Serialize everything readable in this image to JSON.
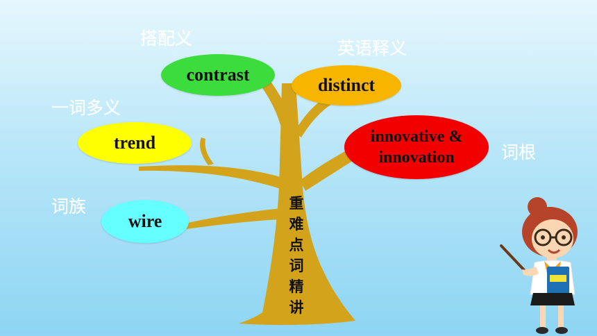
{
  "labels": {
    "collocation": "搭配义",
    "english_definition": "英语释义",
    "polysemy": "一词多义",
    "root": "词根",
    "word_family": "词族"
  },
  "words": {
    "contrast": "contrast",
    "distinct": "distinct",
    "trend": "trend",
    "innovative_line1": "innovative &",
    "innovative_line2": "innovation",
    "wire": "wire"
  },
  "title_chars": [
    "重",
    "难",
    "点",
    "词",
    "精",
    "讲"
  ],
  "colors": {
    "tree": "#d4a31c",
    "green": "#3ddc3d",
    "orange": "#f7b500",
    "yellow": "#ffff00",
    "red": "#f20000",
    "cyan": "#66ffff"
  },
  "decoration": "teacher-character"
}
